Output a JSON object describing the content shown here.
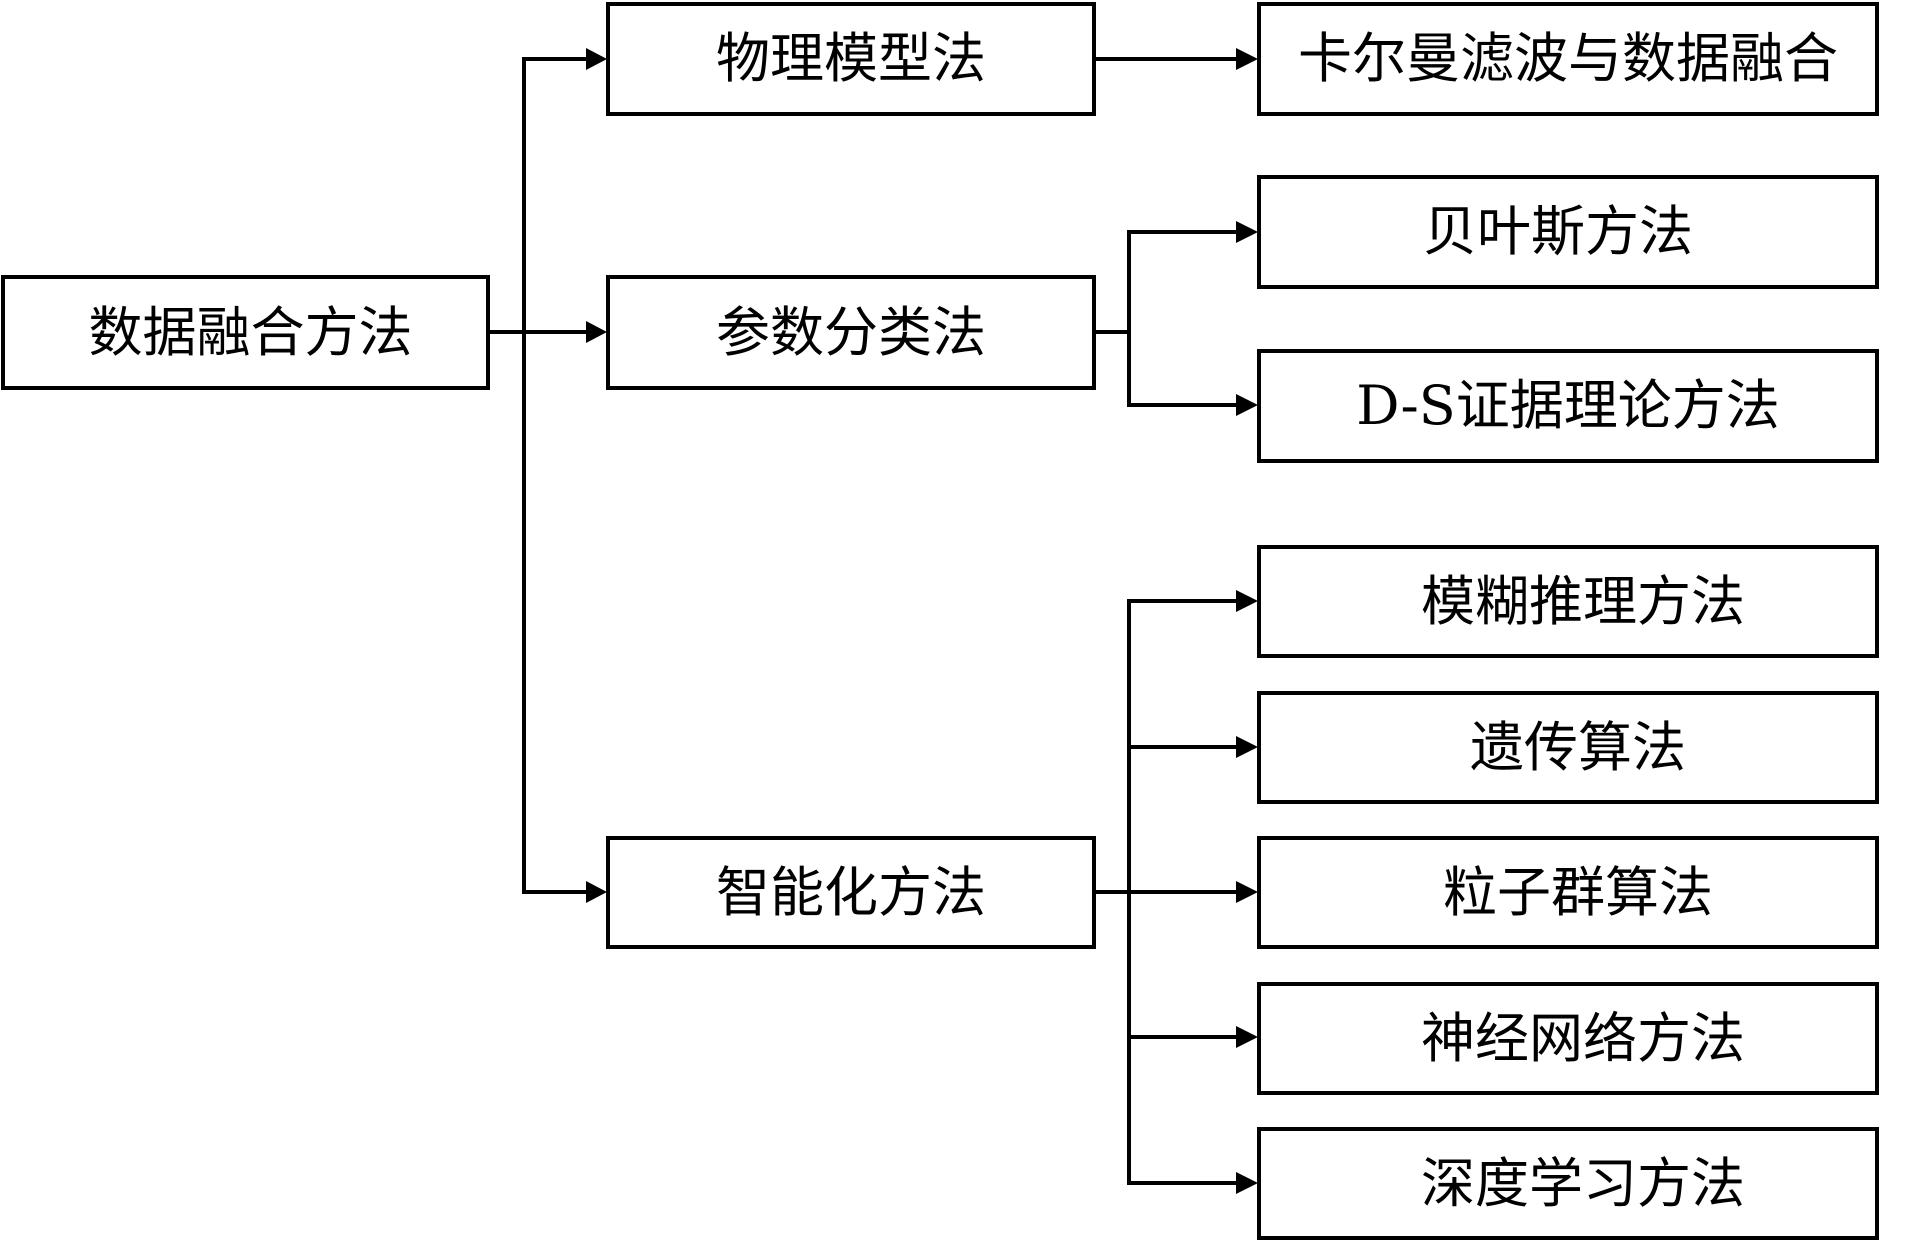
{
  "diagram": {
    "root": {
      "label": "数据融合方法"
    },
    "branches": [
      {
        "label": "物理模型法",
        "children": [
          {
            "label": "卡尔曼滤波与数据融合"
          }
        ]
      },
      {
        "label": "参数分类法",
        "children": [
          {
            "label": "贝叶斯方法"
          },
          {
            "label": "D-S证据理论方法"
          }
        ]
      },
      {
        "label": "智能化方法",
        "children": [
          {
            "label": "模糊推理方法"
          },
          {
            "label": "遗传算法"
          },
          {
            "label": "粒子群算法"
          },
          {
            "label": "神经网络方法"
          },
          {
            "label": "深度学习方法"
          }
        ]
      }
    ],
    "colors": {
      "stroke": "#000000",
      "background": "#ffffff",
      "text": "#000000"
    }
  }
}
